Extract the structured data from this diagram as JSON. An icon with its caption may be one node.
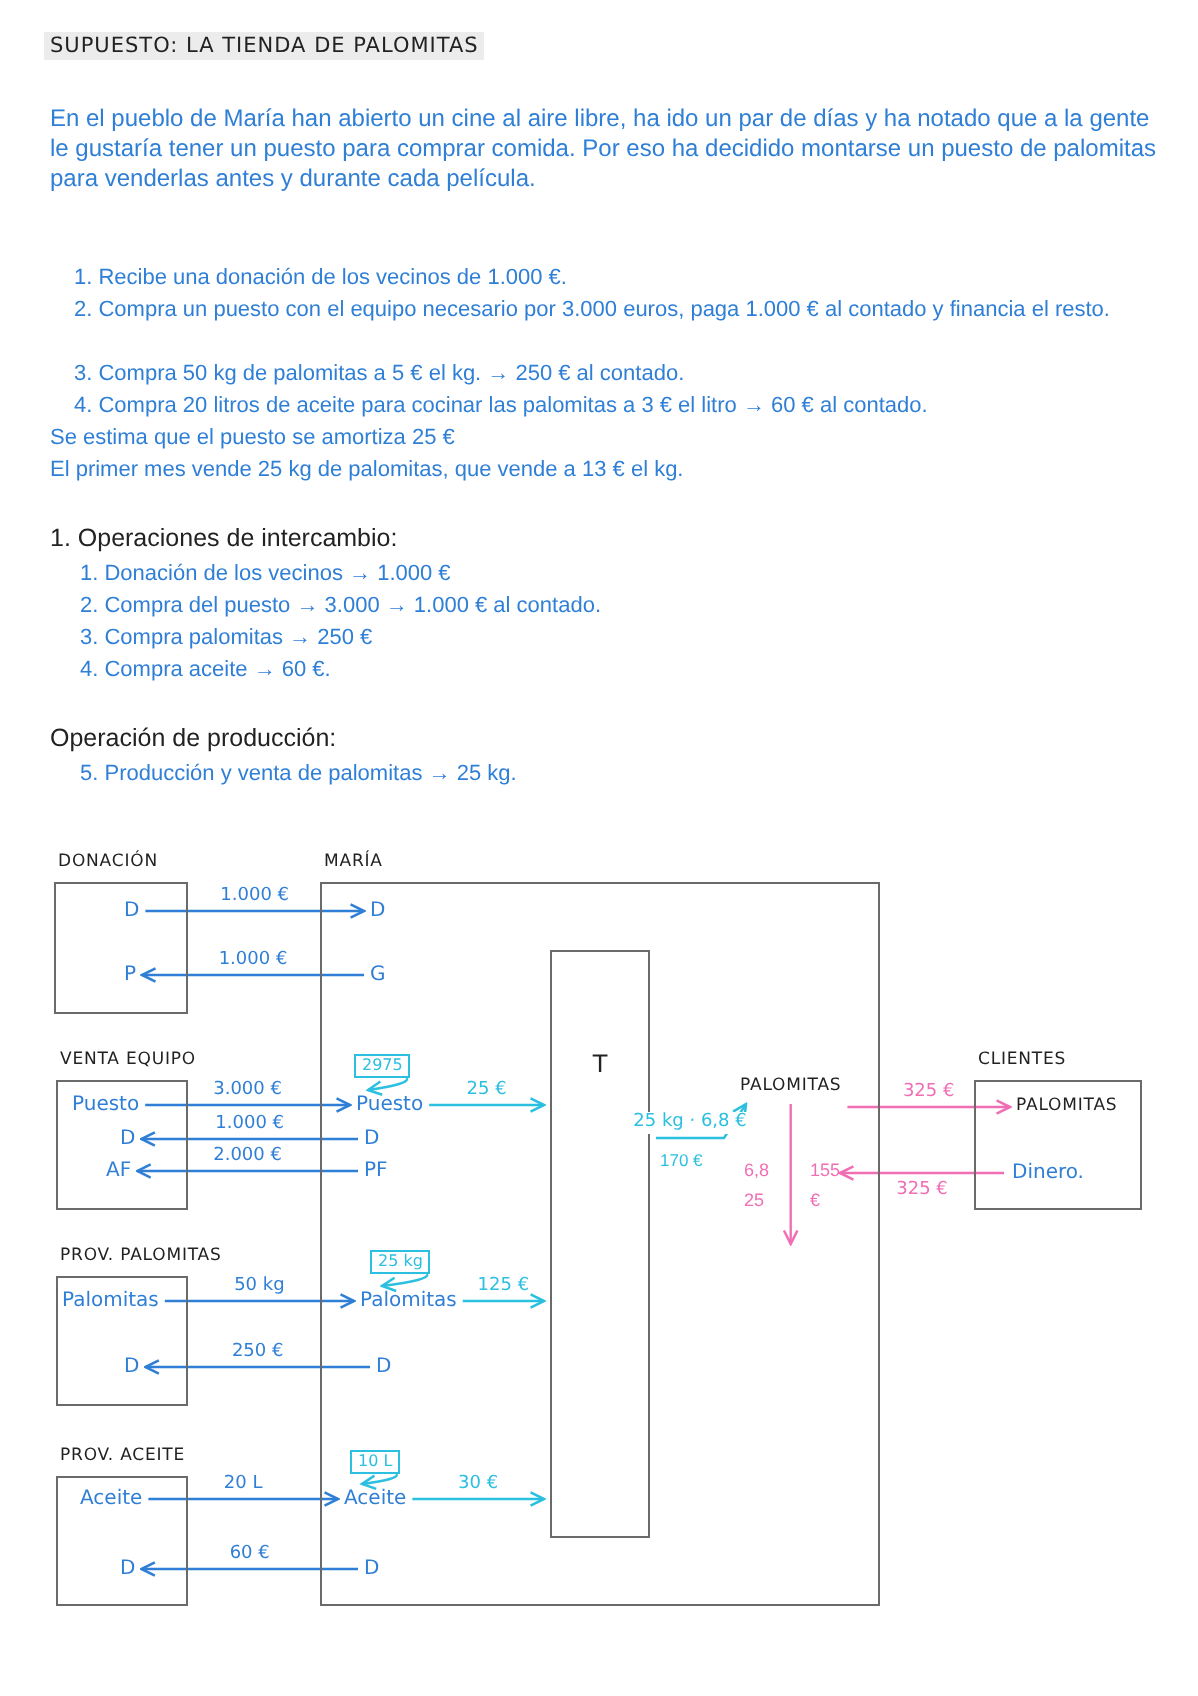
{
  "diagram": {
    "title": "SUPUESTO: LA TIENDA DE PALOMITAS",
    "nodes": [
      {
        "text": [
          "DONACIÓN"
        ]
      },
      {
        "text": [
          "D"
        ],
        "in": 0
      },
      {
        "text": [
          "P"
        ],
        "in": 0
      },
      {
        "text": [
          "MARÍA"
        ]
      },
      {
        "text": [
          "D"
        ],
        "in": 3
      },
      {
        "text": [
          "G"
        ],
        "in": 3
      },
      {
        "text": [
          "VENTA EQUIPO"
        ]
      },
      {
        "text": [
          "Puesto"
        ],
        "in": 6
      },
      {
        "text": [
          "D"
        ],
        "in": 6
      },
      {
        "text": [
          "AF"
        ],
        "in": 6
      },
      {
        "text": [
          "2975"
        ],
        "in": 3
      },
      {
        "text": [
          "Puesto"
        ],
        "in": 3
      },
      {
        "text": [
          "D"
        ],
        "in": 3
      },
      {
        "text": [
          "PF"
        ],
        "in": 3
      },
      {
        "text": [
          "T"
        ],
        "in": 3
      },
      {
        "text": [
          "PALOMITAS"
        ],
        "in": 3
      },
      {
        "text": [
          "CLIENTES"
        ]
      },
      {
        "text": [
          "PALOMITAS"
        ],
        "in": 16
      },
      {
        "text": [
          "Dinero."
        ],
        "in": 16
      },
      {
        "text": [
          "PROV. PALOMITAS"
        ]
      },
      {
        "text": [
          "Palomitas"
        ],
        "in": 19
      },
      {
        "text": [
          "D"
        ],
        "in": 19
      },
      {
        "text": [
          "25 kg"
        ],
        "in": 3
      },
      {
        "text": [
          "Palomitas"
        ],
        "in": 3
      },
      {
        "text": [
          "D"
        ],
        "in": 3
      },
      {
        "text": [
          "PROV. ACEITE"
        ]
      },
      {
        "text": [
          "Aceite"
        ],
        "in": 25
      },
      {
        "text": [
          "D"
        ],
        "in": 25
      },
      {
        "text": [
          "10 L"
        ],
        "in": 3
      },
      {
        "text": [
          "Aceite"
        ],
        "in": 3
      },
      {
        "text": [
          "D"
        ],
        "in": 3
      }
    ],
    "edges": [
      {
        "from": 1,
        "to": 4,
        "arrow": "to",
        "label": "1.000 €"
      },
      {
        "from": 5,
        "to": 2,
        "arrow": "to",
        "label": "1.000 €"
      },
      {
        "from": 7,
        "to": 11,
        "arrow": "to",
        "label": "3.000 €"
      },
      {
        "from": 12,
        "to": 8,
        "arrow": "to",
        "label": "1.000 €"
      },
      {
        "from": 13,
        "to": 9,
        "arrow": "to",
        "label": "2.000 €"
      },
      {
        "from": 10,
        "to": 11,
        "arrow": "to",
        "color": "#2bbfe0"
      },
      {
        "from": 11,
        "to": 14,
        "arrow": "to",
        "label": "25 €",
        "color": "#2bbfe0"
      },
      {
        "from": 20,
        "to": 23,
        "arrow": "to",
        "label": "50 kg"
      },
      {
        "from": 24,
        "to": 21,
        "arrow": "to",
        "label": "250 €"
      },
      {
        "from": 22,
        "to": 23,
        "arrow": "to",
        "color": "#2bbfe0"
      },
      {
        "from": 23,
        "to": 14,
        "arrow": "to",
        "label": "125 €",
        "color": "#2bbfe0"
      },
      {
        "from": 26,
        "to": 29,
        "arrow": "to",
        "label": "20 L"
      },
      {
        "from": 30,
        "to": 27,
        "arrow": "to",
        "label": "60 €"
      },
      {
        "from": 28,
        "to": 29,
        "arrow": "to",
        "color": "#2bbfe0"
      },
      {
        "from": 29,
        "to": 14,
        "arrow": "to",
        "label": "30 €",
        "color": "#2bbfe0"
      },
      {
        "from": 15,
        "to": null,
        "arrow": "to",
        "color": "#f06fb4"
      },
      {
        "from": 15,
        "to": 17,
        "arrow": "to",
        "label": "325 €",
        "color": "#f06fb4"
      },
      {
        "from": 18,
        "to": 3,
        "arrow": "to",
        "label": "325 €",
        "color": "#f06fb4"
      },
      {
        "from": 14,
        "to": 15,
        "arrow": "to",
        "label": "25 kg · 6,8 €",
        "color": "#2bbfe0"
      }
    ],
    "labels": [
      "En el pueblo de María han abierto un cine al aire libre, ha ido un par de días y ha notado que a la gente le gustaría tener un puesto para comprar comida. Por eso ha decidido montarse un puesto de palomitas para venderlas antes y durante cada película.",
      "1. Recibe una donación de los vecinos de 1.000 €.",
      "2. Compra un puesto con el equipo necesario por 3.000 euros, paga 1.000 € al contado y financia el resto.",
      "3. Compra 50 kg de palomitas a 5 € el kg. → 250 € al contado.",
      "4. Compra 20 litros de aceite para cocinar las palomitas a 3 € el litro → 60 € al contado.",
      "Se estima que el puesto se amortiza 25 €",
      "El primer mes vende 25 kg de palomitas, que vende a 13 € el kg.",
      "1. Operaciones de intercambio:",
      "1. Donación de los vecinos → 1.000 €",
      "2. Compra del puesto → 3.000 → 1.000 € al contado.",
      "3. Compra palomitas → 250 €",
      "4. Compra aceite → 60 €.",
      "Operación de producción:",
      "5. Producción y venta de palomitas → 25 kg.",
      "170 €",
      "6,8",
      "25",
      "155 €"
    ]
  }
}
